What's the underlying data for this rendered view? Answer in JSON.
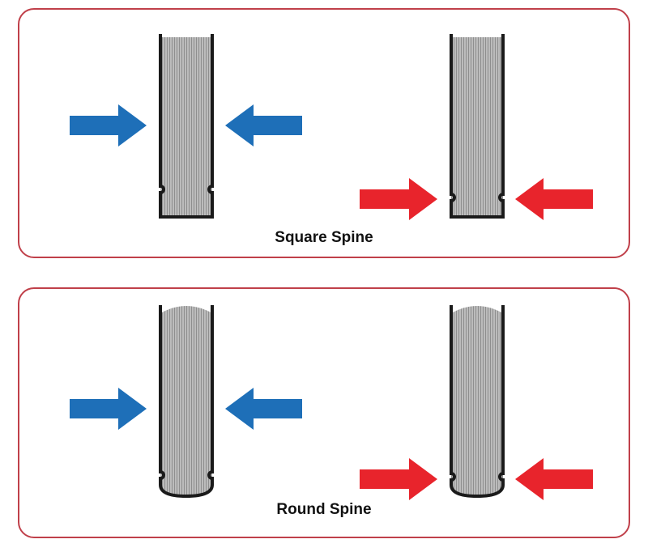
{
  "panels": [
    {
      "id": "square",
      "label": "Square Spine"
    },
    {
      "id": "round",
      "label": "Round Spine"
    }
  ],
  "colors": {
    "border": "#c0404a",
    "blue_arrow": "#1e6fb8",
    "red_arrow": "#e8242c",
    "book_outline": "#1a1a1a",
    "pages_fill": "#b9b9b9",
    "page_lines": "#8a8a8a"
  }
}
